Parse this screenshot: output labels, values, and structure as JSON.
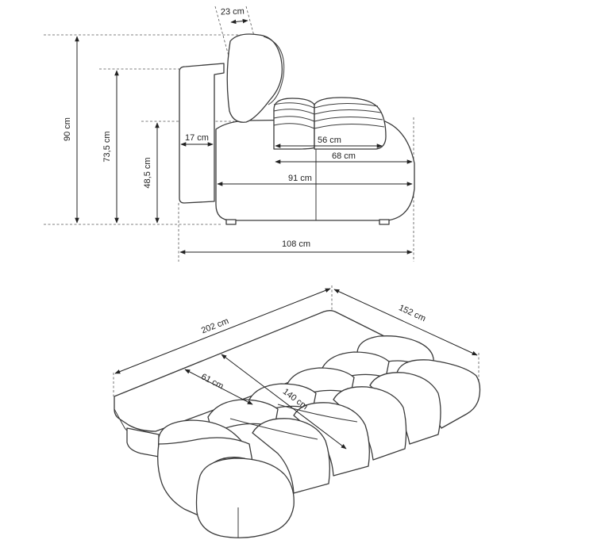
{
  "side_view": {
    "dims": {
      "headrest_depth": "23 cm",
      "total_height": "90 cm",
      "back_height": "73,5 cm",
      "seat_height": "48,5 cm",
      "armrest_width": "17 cm",
      "seat_depth_56": "56 cm",
      "seat_depth_68": "68 cm",
      "depth_91": "91 cm",
      "total_depth": "108 cm"
    }
  },
  "top_view": {
    "dims": {
      "length": "202 cm",
      "width": "152 cm",
      "bed_width": "61 cm",
      "bed_length": "140 cm"
    }
  },
  "colors": {
    "line": "#3a3a3a",
    "dim_line": "#222222",
    "background": "#ffffff"
  }
}
